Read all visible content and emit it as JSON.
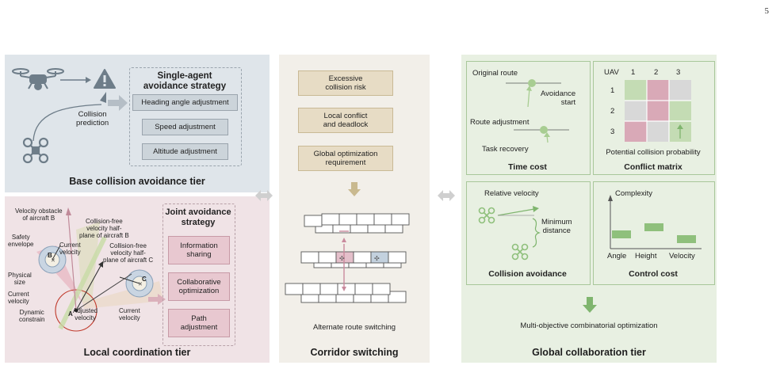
{
  "page_number": "5",
  "base_tier": {
    "title": "Base collision avoidance tier",
    "collision_prediction": "Collision\nprediction",
    "strategy_title": "Single-agent\navoidance strategy",
    "items": [
      "Heading angle adjustment",
      "Speed adjustment",
      "Altitude adjustment"
    ]
  },
  "local_tier": {
    "title": "Local coordination tier",
    "strategy_title": "Joint avoidance\nstrategy",
    "items": [
      "Information\nsharing",
      "Collaborative\noptimization",
      "Path\nadjustment"
    ],
    "labels": {
      "velocity_obstacle": "Velocity obstacle\nof aircraft B",
      "half_plane_b": "Collision-free\nvelocity half-\nplane of aircraft B",
      "safety_envelope": "Safety\nenvelope",
      "current_velocity_b": "Current\nvelocity",
      "half_plane_c": "Collision-free\nvelocity half-\nplane of aircraft C",
      "physical_size": "Physical\nsize",
      "current_velocity_a": "Current\nvelocity",
      "dynamic_constrain": "Dynamic\nconstrain",
      "adjusted_velocity": "Adjusted\nvelocity",
      "current_velocity_c": "Current\nvelocity",
      "point_a": "A",
      "point_b": "B",
      "point_c": "C"
    }
  },
  "corridor": {
    "title": "Corridor switching",
    "items": [
      "Excessive\ncollision risk",
      "Local conflict\nand deadlock",
      "Global optimization\nrequirement"
    ],
    "caption": "Alternate route switching"
  },
  "global_tier": {
    "title": "Global collaboration tier",
    "time_cost": {
      "title": "Time cost",
      "original_route": "Original route",
      "avoidance_start": "Avoidance\nstart",
      "route_adjustment": "Route adjustment",
      "task_recovery": "Task recovery"
    },
    "conflict_matrix": {
      "title": "Conflict matrix",
      "corner": "UAV",
      "cols": [
        "1",
        "2",
        "3"
      ],
      "rows": [
        "1",
        "2",
        "3"
      ],
      "caption": "Potential collision probability"
    },
    "collision_avoidance": {
      "title": "Collision avoidance",
      "relative_velocity": "Relative velocity",
      "minimum_distance": "Minimum\ndistance"
    },
    "control_cost": {
      "title": "Control cost",
      "y_label": "Complexity",
      "categories": [
        "Angle",
        "Height",
        "Velocity"
      ]
    },
    "bottom_label": "Multi-objective combinatorial optimization"
  },
  "colors": {
    "base_bg": "#dfe5ea",
    "local_bg": "#f0e3e6",
    "corridor_bg": "#f2efe9",
    "global_bg": "#e8f0e2",
    "green_accent": "#7fb56e",
    "pink_cell": "#d9a9b7",
    "gray_cell": "#d8d8d8",
    "green_cell": "#c4dcb4"
  }
}
